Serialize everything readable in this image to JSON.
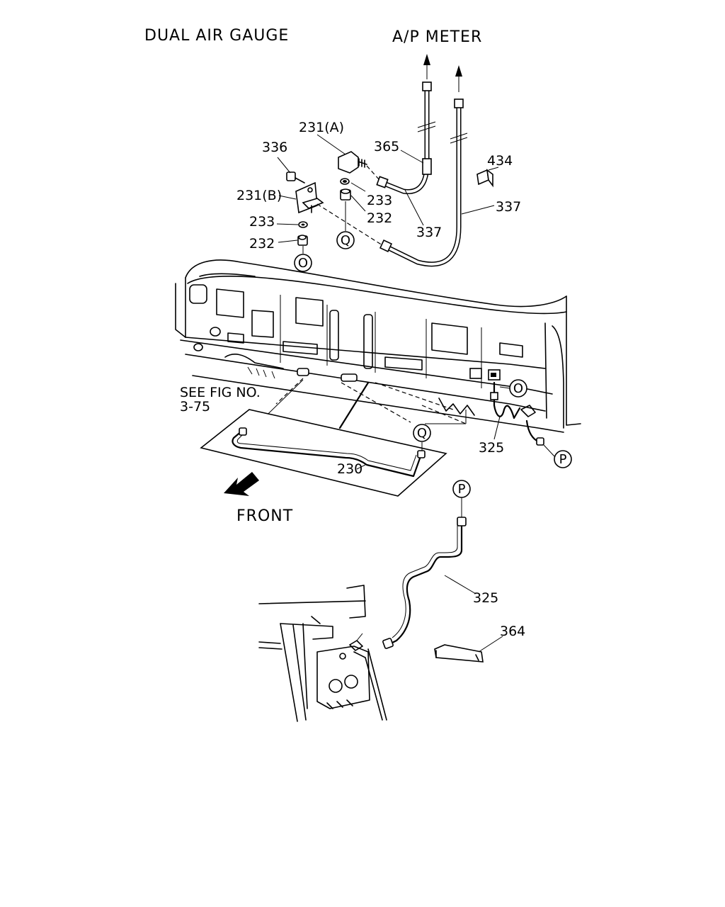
{
  "titles": {
    "left": "DUAL AIR GAUGE",
    "right": "A/P METER"
  },
  "note": {
    "line1": "SEE FIG NO.",
    "line2": "3-75"
  },
  "front_label": "FRONT",
  "callouts": {
    "c231a": "231(A)",
    "c231b": "231(B)",
    "c336": "336",
    "c365": "365",
    "c434": "434",
    "c233_upper": "233",
    "c232_upper": "232",
    "c233_lower": "233",
    "c232_lower": "232",
    "c337_inner": "337",
    "c337_outer": "337",
    "c230": "230",
    "c325_upper": "325",
    "c325_lower": "325",
    "c364": "364"
  },
  "connectors": {
    "O_top": "O",
    "O_panel": "O",
    "Q_top": "Q",
    "Q_panel": "Q",
    "P_panel": "P",
    "P_lower": "P"
  }
}
